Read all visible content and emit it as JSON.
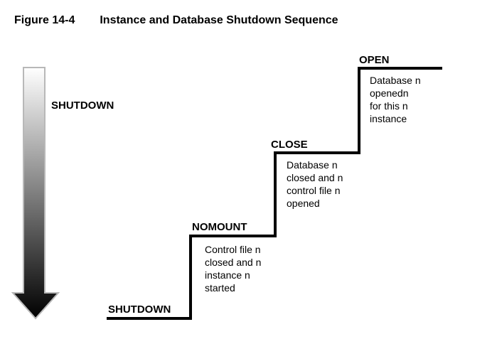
{
  "figure": {
    "label": "Figure 14-4",
    "title": "Instance and Database Shutdown Sequence"
  },
  "arrow": {
    "label": "SHUTDOWN",
    "direction": "down",
    "gradient_top": "#ffffff",
    "gradient_bottom": "#000000",
    "border_color": "#b8b8b8"
  },
  "steps": [
    {
      "label": "OPEN",
      "desc": [
        "Database n",
        "openedn",
        "for this n",
        "instance"
      ]
    },
    {
      "label": "CLOSE",
      "desc": [
        "Database n",
        "closed and n",
        "control file n",
        "opened"
      ]
    },
    {
      "label": "NOMOUNT",
      "desc": [
        "Control file n",
        "closed and n",
        "instance n",
        "started"
      ]
    },
    {
      "label": "SHUTDOWN",
      "desc": []
    }
  ],
  "colors": {
    "background": "#ffffff",
    "line": "#000000",
    "text": "#000000"
  }
}
